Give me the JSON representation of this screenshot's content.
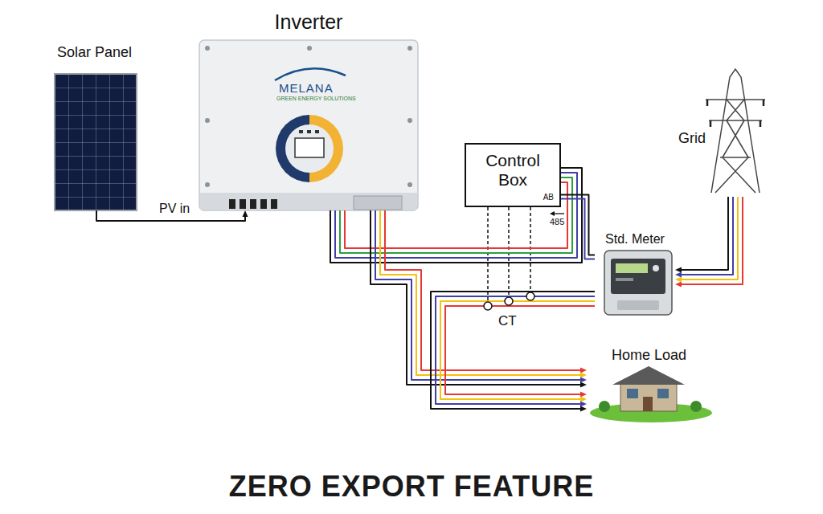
{
  "diagram": {
    "title": "ZERO EXPORT FEATURE",
    "nodes": [
      {
        "text": [
          "Solar Panel"
        ]
      },
      {
        "text": [
          "Inverter"
        ]
      },
      {
        "text": [
          "Control Box",
          "AB"
        ]
      },
      {
        "text": [
          "Grid"
        ]
      },
      {
        "text": [
          "Std. Meter"
        ]
      },
      {
        "text": [
          "Home Load"
        ]
      }
    ],
    "edges": [
      {
        "from": 0,
        "to": 1,
        "arrow": "to",
        "label": "PV in"
      },
      {
        "from": 1,
        "to": 2,
        "arrow": "none"
      },
      {
        "from": 2,
        "to": 4,
        "arrow": "none"
      },
      {
        "from": 3,
        "to": 4,
        "arrow": "to"
      },
      {
        "from": 1,
        "to": 5,
        "arrow": "to"
      },
      {
        "from": 4,
        "to": 5,
        "arrow": "to"
      }
    ],
    "labels": [
      "MELANA",
      "GREEN ENERGY SOLUTIONS",
      "485",
      "CT"
    ]
  }
}
